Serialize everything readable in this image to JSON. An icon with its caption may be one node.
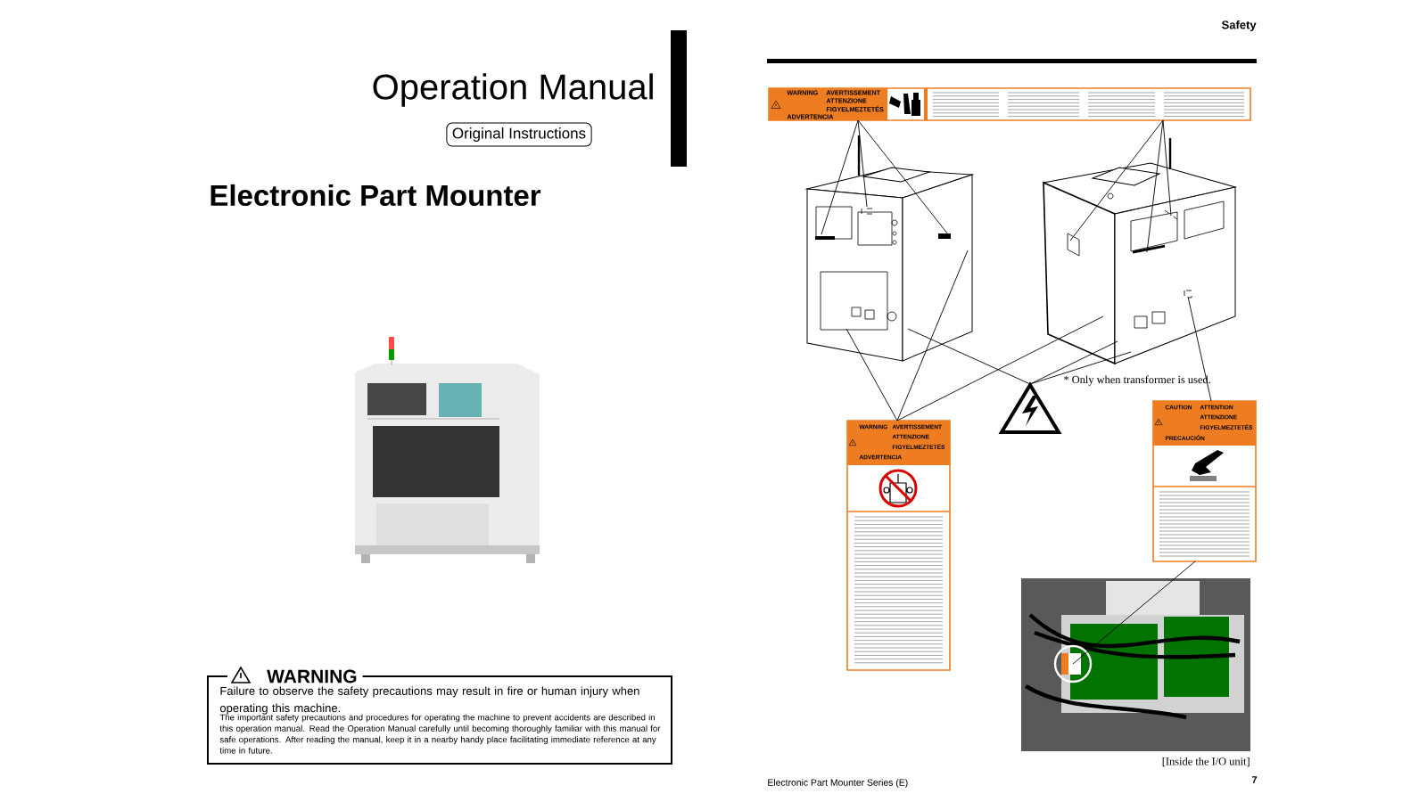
{
  "diagram": {
    "nodes": [
      {
        "text": [
          "WARNING",
          "AVERTISSEMENT",
          "ATTENZIONE",
          "FIGYELMEZTETÉS",
          "ADVERTENCIA"
        ]
      },
      {
        "text": [],
        "shape": "picture"
      },
      {
        "text": [],
        "shape": "picture"
      },
      {
        "text": [
          "WARNING",
          "AVERTISSEMENT",
          "ATTENZIONE",
          "FIGYELMEZTETÉS",
          "ADVERTENCIA"
        ]
      },
      {
        "text": [],
        "shape": "triangle"
      },
      {
        "text": [
          "CAUTION",
          "ATTENTION",
          "ATTENZIONE",
          "FIGYELMEZTETÉS",
          "PRECAUCIÓN"
        ]
      },
      {
        "text": [],
        "shape": "picture",
        "beside": [
          "[Inside the I/O unit]"
        ]
      }
    ],
    "edges": [
      {
        "from": 0,
        "to": 1,
        "arrow": "none"
      },
      {
        "from": 0,
        "to": 1,
        "arrow": "none"
      },
      {
        "from": 0,
        "to": 1,
        "arrow": "none"
      },
      {
        "from": 0,
        "to": 2,
        "arrow": "none"
      },
      {
        "from": 0,
        "to": 2,
        "arrow": "none"
      },
      {
        "from": 0,
        "to": 2,
        "arrow": "none"
      },
      {
        "from": 3,
        "to": 1,
        "arrow": "none"
      },
      {
        "from": 3,
        "to": 1,
        "arrow": "none"
      },
      {
        "from": 3,
        "to": 2,
        "arrow": "none"
      },
      {
        "from": 4,
        "to": 1,
        "arrow": "none"
      },
      {
        "from": 4,
        "to": 2,
        "arrow": "none"
      },
      {
        "from": 4,
        "to": 2,
        "arrow": "none"
      },
      {
        "from": 5,
        "to": 2,
        "arrow": "none"
      },
      {
        "from": 5,
        "to": 6,
        "arrow": "none"
      }
    ],
    "labels": [
      "Operation Manual",
      "Original Instructions",
      "Electronic Part Mounter",
      "WARNING",
      "Failure to observe the safety precautions may result in fire or human injury when operating this machine.",
      "The important safety precautions and procedures for operating the machine to prevent accidents are described in this operation manual. Read the Operation Manual carefully until becoming thoroughly familiar with this manual for safe operations. After reading the manual, keep it in a nearby handy place facilitating immediate reference at any time in future.",
      "Safety",
      "* Only when transformer is used.",
      "Electronic Part Mounter Series (E)",
      "7"
    ]
  }
}
